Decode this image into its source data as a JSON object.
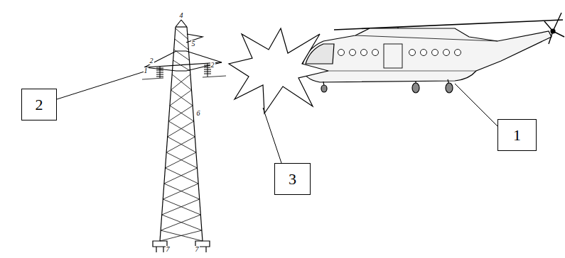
{
  "diagram": {
    "nodes": [
      {
        "text": [
          "2"
        ]
      },
      {
        "text": [
          "1"
        ]
      },
      {
        "text": [
          "3"
        ]
      }
    ],
    "labels": [
      "4",
      "5",
      "2",
      "1",
      "2",
      "6",
      "7",
      "7"
    ]
  }
}
